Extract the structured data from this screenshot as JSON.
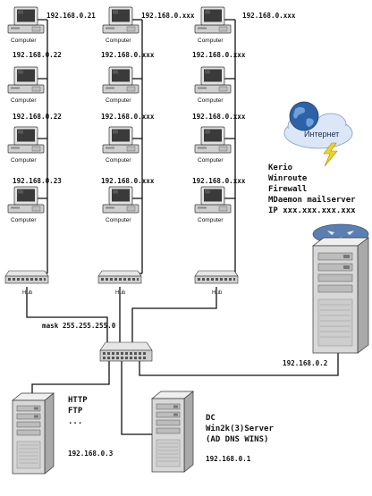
{
  "computer_label": "Computer",
  "hub_label": "Hub",
  "internet_label": "Интернет",
  "computers": {
    "col1": [
      "192.168.0.21",
      "192.168.0.22",
      "192.168.0.22",
      "192.168.0.23"
    ],
    "col2": [
      "192.168.0.xxx",
      "192.168.0.xxx",
      "192.168.0.xxx",
      "192.168.0.xxx"
    ],
    "col3": [
      "192.168.0.xxx",
      "192.168.0.xxx",
      "192.168.0.xxx",
      "192.168.0.xxx"
    ]
  },
  "gateway": {
    "lines": [
      "Kerio",
      "Winroute",
      "Firewall",
      "MDaemon mailserver",
      "IP xxx.xxx.xxx.xxx"
    ],
    "ip": "192.168.0.2"
  },
  "mask_label": "mask 255.255.255.0",
  "web_server": {
    "lines": [
      "HTTP",
      "FTP",
      "..."
    ],
    "ip": "192.168.0.3"
  },
  "dc_server": {
    "lines": [
      "DC",
      "Win2k(3)Server",
      "(AD DNS WINS)"
    ],
    "ip": "192.168.0.1"
  },
  "colors": {
    "wire": "#111111",
    "case": "#d8d8d8",
    "monitor_screen": "#3a3a3a",
    "cloud": "#dbe6f6",
    "globe": "#2d62a8",
    "lightning": "#f2d21b",
    "router": "#5b7fb0"
  }
}
